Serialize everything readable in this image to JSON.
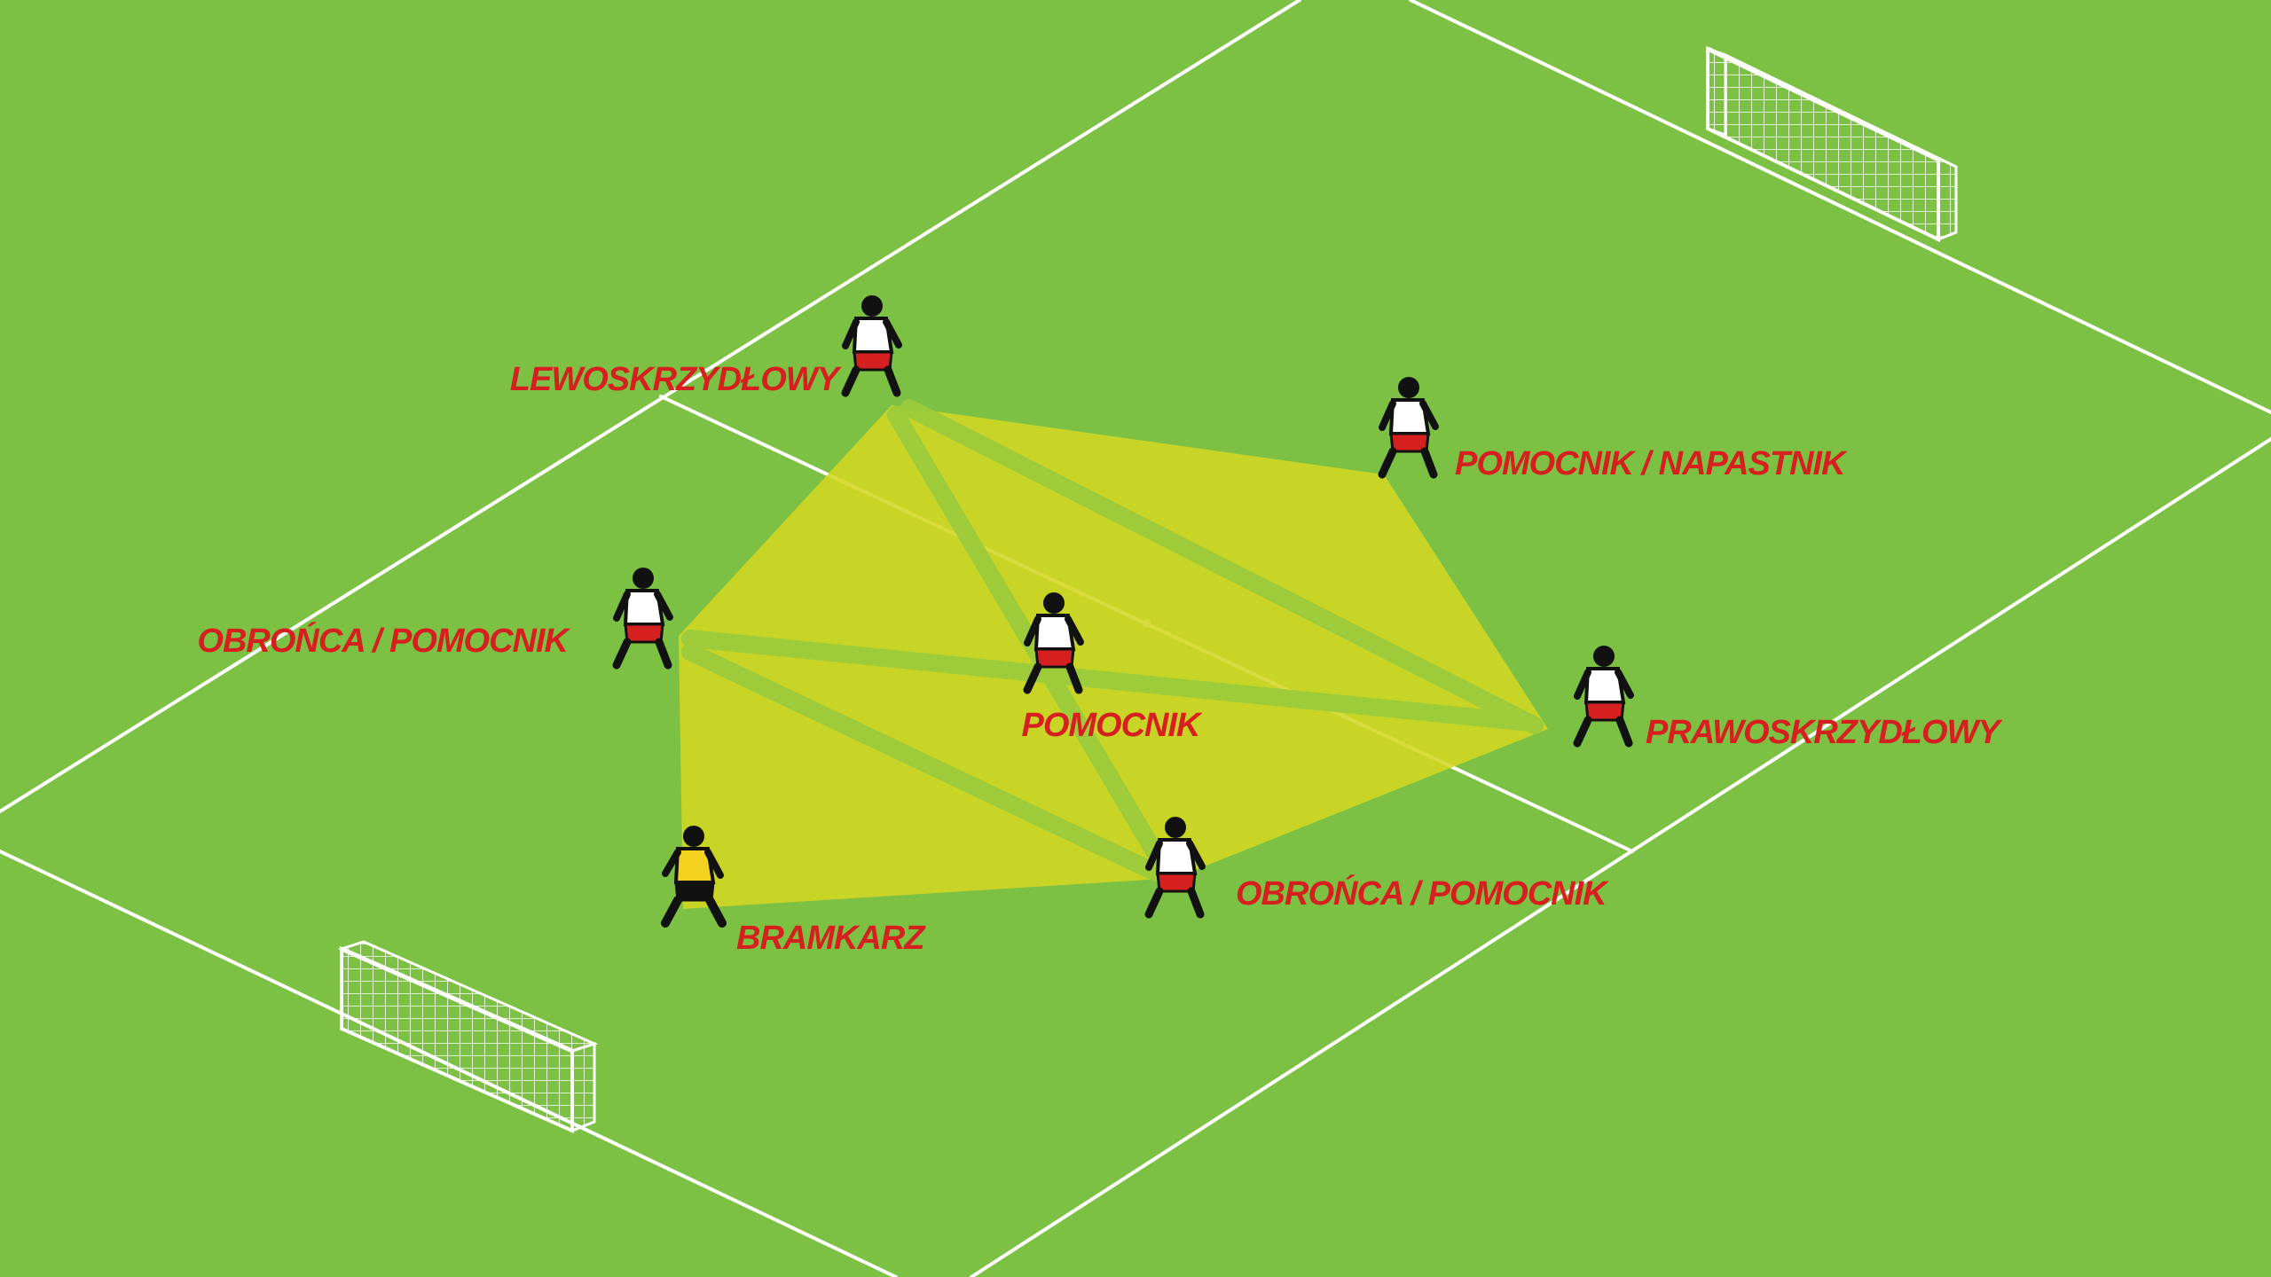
{
  "colors": {
    "pitch": "#7cc144",
    "lines": "#ffffff",
    "zone": "#d4d722",
    "label": "#d62020",
    "shirt_field": "#ffffff",
    "shirt_keeper": "#f2d21e",
    "shorts_field": "#d62020"
  },
  "players": [
    {
      "id": "lw",
      "label": "LEWOSKRZYDŁOWY",
      "role": "field"
    },
    {
      "id": "mf",
      "label": "POMOCNIK / NAPASTNIK",
      "role": "field"
    },
    {
      "id": "dl",
      "label": "OBROŃCA / POMOCNIK",
      "role": "field"
    },
    {
      "id": "cm",
      "label": "POMOCNIK",
      "role": "field"
    },
    {
      "id": "rw",
      "label": "PRAWOSKRZYDŁOWY",
      "role": "field"
    },
    {
      "id": "gk",
      "label": "BRAMKARZ",
      "role": "keeper"
    },
    {
      "id": "dr",
      "label": "OBROŃCA / POMOCNIK",
      "role": "field"
    }
  ],
  "passing_lanes": [
    [
      "lw",
      "rw"
    ],
    [
      "lw",
      "dr"
    ],
    [
      "dl",
      "rw"
    ],
    [
      "dl",
      "dr"
    ]
  ]
}
